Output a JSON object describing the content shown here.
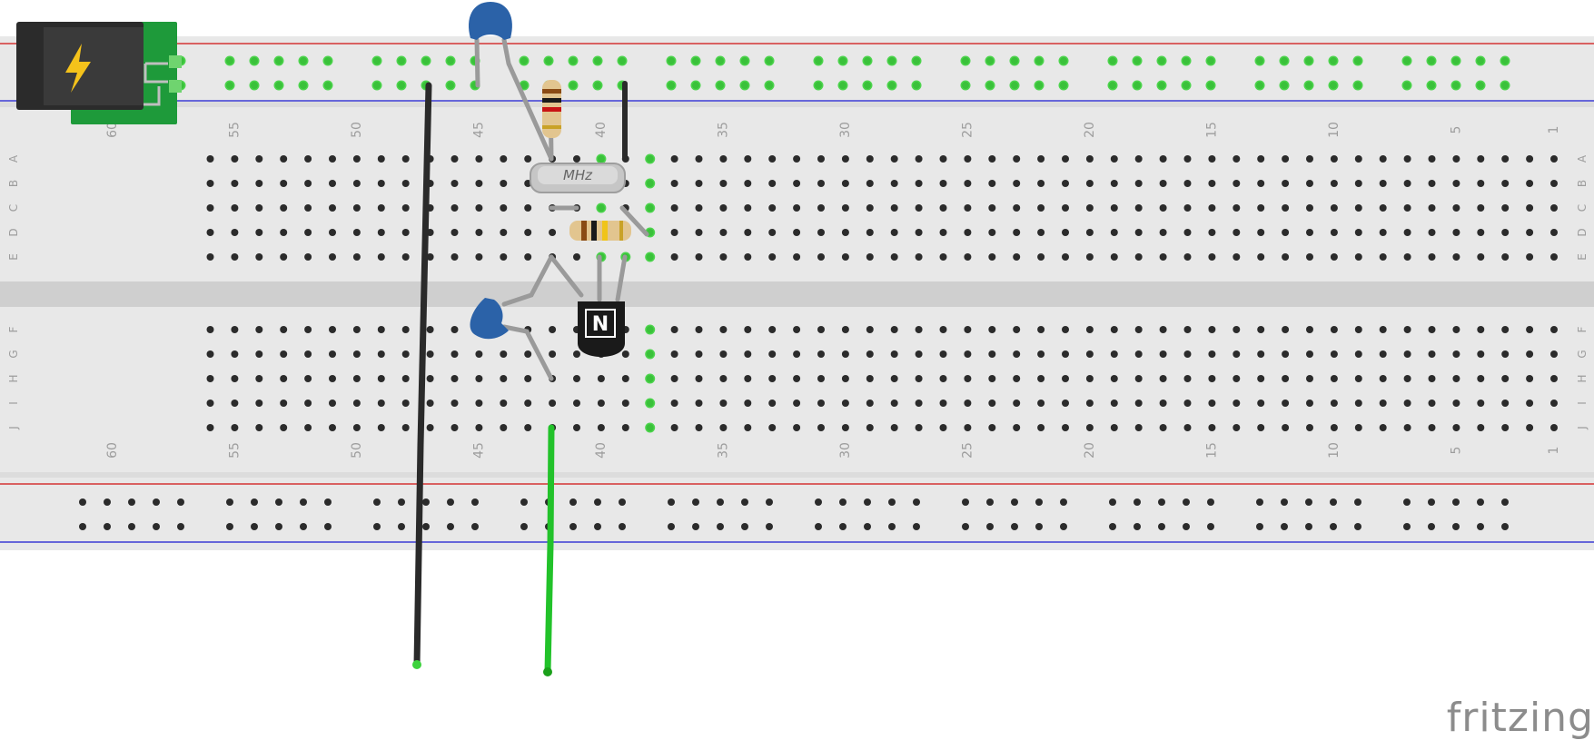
{
  "breadboard": {
    "column_labels": [
      "60",
      "55",
      "50",
      "45",
      "40",
      "35",
      "30",
      "25",
      "20",
      "15",
      "10",
      "5",
      "1"
    ],
    "row_labels_top": [
      "A",
      "B",
      "C",
      "D",
      "E"
    ],
    "row_labels_bottom": [
      "F",
      "G",
      "H",
      "I",
      "J"
    ]
  },
  "components": {
    "crystal_label": "MHz",
    "transistor_label": "N"
  },
  "colors": {
    "board": "#e8e8e8",
    "rail_red": "#d01010",
    "rail_blue": "#1a1ad0",
    "hole": "#2b2b2b",
    "hole_active": "#3cd23c",
    "wire_black": "#2a2a2a",
    "wire_green": "#22c22a",
    "lead_gray": "#9a9a9a",
    "capacitor": "#2b62a8",
    "pcb_green": "#1e9a3a"
  },
  "brand": "fritzing"
}
